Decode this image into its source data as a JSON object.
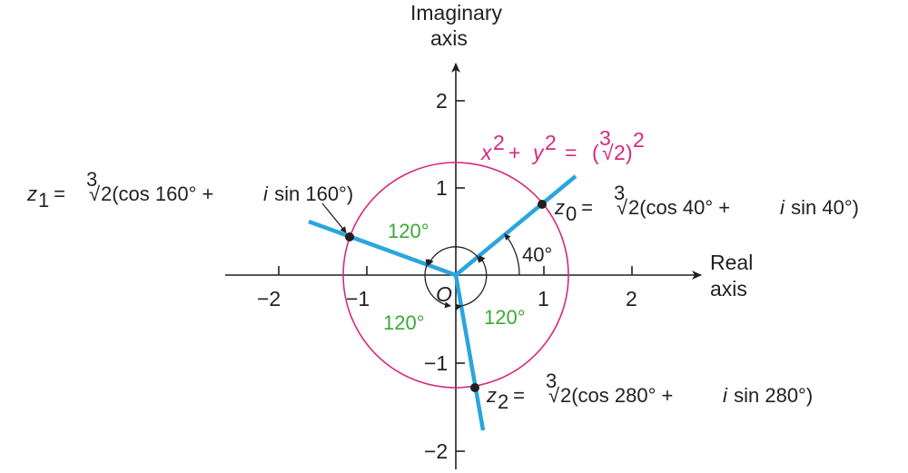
{
  "figure": {
    "axis_labels": {
      "imaginary_line1": "Imaginary",
      "imaginary_line2": "axis",
      "real_line1": "Real",
      "real_line2": "axis",
      "origin": "O"
    },
    "x_ticks": [
      "−2",
      "−1",
      "1",
      "2"
    ],
    "y_ticks": [
      "2",
      "1",
      "−1",
      "−2"
    ],
    "circle_equation": {
      "x": "x",
      "y": "y",
      "exp": "2",
      "plus": "+",
      "equals": "=",
      "open": "(",
      "root_index": "3",
      "root_sym": "√",
      "radicand": "2",
      "close": ")"
    },
    "roots": [
      {
        "name": "z",
        "sub": "0",
        "prefix": " = ",
        "root_index": "3",
        "body": "2(cos 40° + ",
        "i": "i",
        "tail": " sin 40°)"
      },
      {
        "name": "z",
        "sub": "1",
        "prefix": " = ",
        "root_index": "3",
        "body": "2(cos 160° + ",
        "i": "i",
        "tail": " sin 160°)"
      },
      {
        "name": "z",
        "sub": "2",
        "prefix": " = ",
        "root_index": "3",
        "body": "2(cos 280° + ",
        "i": "i",
        "tail": " sin 280°)"
      }
    ],
    "angle_labels": {
      "initial": "40°",
      "sep_upper_left": "120°",
      "sep_lower_left": "120°",
      "sep_lower_right": "120°"
    },
    "colors": {
      "axis": "#231f20",
      "circle": "#d6287f",
      "rays": "#2aa6dd",
      "angle_text": "#3aa935",
      "equation_text": "#d6287f",
      "points": "#231f20"
    }
  }
}
